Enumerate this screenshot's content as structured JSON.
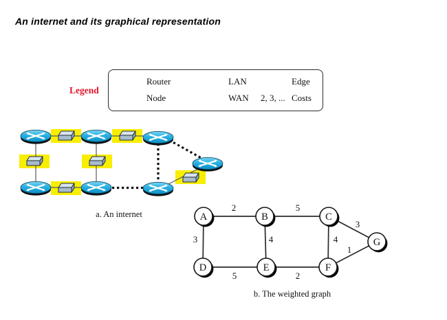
{
  "title": "An internet and its graphical representation",
  "legend": {
    "label": "Legend",
    "router": "Router",
    "node": "Node",
    "lan": "LAN",
    "wan": "WAN",
    "edge": "Edge",
    "costs_example": "2, 3, ...",
    "costs": "Costs"
  },
  "internet": {
    "caption": "a. An internet"
  },
  "graph": {
    "caption": "b. The weighted graph",
    "nodes": [
      {
        "id": "A"
      },
      {
        "id": "B"
      },
      {
        "id": "C"
      },
      {
        "id": "D"
      },
      {
        "id": "E"
      },
      {
        "id": "F"
      },
      {
        "id": "G"
      }
    ],
    "edges": [
      {
        "from": "A",
        "to": "B",
        "cost": 2
      },
      {
        "from": "B",
        "to": "C",
        "cost": 5
      },
      {
        "from": "C",
        "to": "G",
        "cost": 3
      },
      {
        "from": "A",
        "to": "D",
        "cost": 3
      },
      {
        "from": "B",
        "to": "E",
        "cost": 4
      },
      {
        "from": "C",
        "to": "F",
        "cost": 4
      },
      {
        "from": "F",
        "to": "G",
        "cost": 1
      },
      {
        "from": "D",
        "to": "E",
        "cost": 5
      },
      {
        "from": "E",
        "to": "F",
        "cost": 2
      }
    ]
  },
  "colors": {
    "router_fill": "#1bade2",
    "lan_highlight": "#f8ee00",
    "legend_label": "#e0162b"
  }
}
